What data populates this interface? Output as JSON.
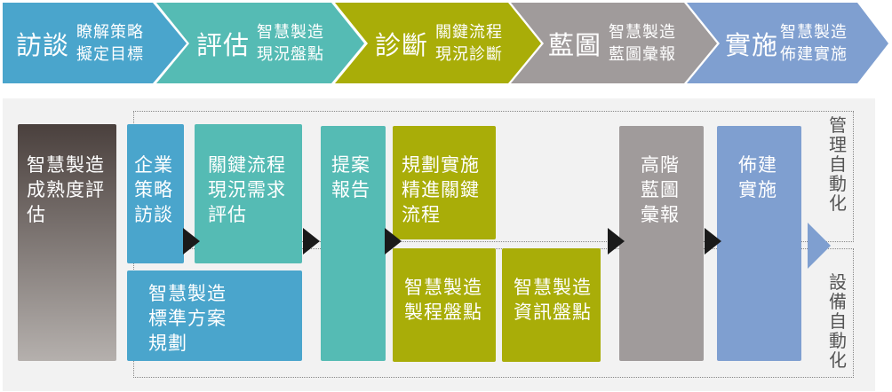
{
  "colors": {
    "blue": "#4aa5cc",
    "teal": "#55bbb4",
    "olive": "#a9ad08",
    "gray": "#a09b9b",
    "periwinkle": "#7f9fd0"
  },
  "phases": [
    {
      "title": "訪談",
      "line1": "瞭解策略",
      "line2": "擬定目標"
    },
    {
      "title": "評估",
      "line1": "智慧製造",
      "line2": "現況盤點"
    },
    {
      "title": "診斷",
      "line1": "關鍵流程",
      "line2": "現況診斷"
    },
    {
      "title": "藍圖",
      "line1": "智慧製造",
      "line2": "藍圖彙報"
    },
    {
      "title": "實施",
      "line1": "智慧製造",
      "line2": "佈建實施"
    }
  ],
  "boxes": {
    "maturity": "智慧製造成熟度評估",
    "strategy": "企業策略訪談",
    "process": "關鍵流程現況需求評估",
    "standard": "智慧製造標準方案規劃",
    "proposal": "提案報告",
    "plan": "規劃實施精進關鍵流程",
    "mfg_inventory": "智慧製造製程盤點",
    "info_inventory": "智慧製造資訊盤點",
    "blueprint": "高階藍圖彙報",
    "deploy": "佈建實施"
  },
  "lanes": {
    "management": "管理自動化",
    "equipment": "設備自動化"
  }
}
